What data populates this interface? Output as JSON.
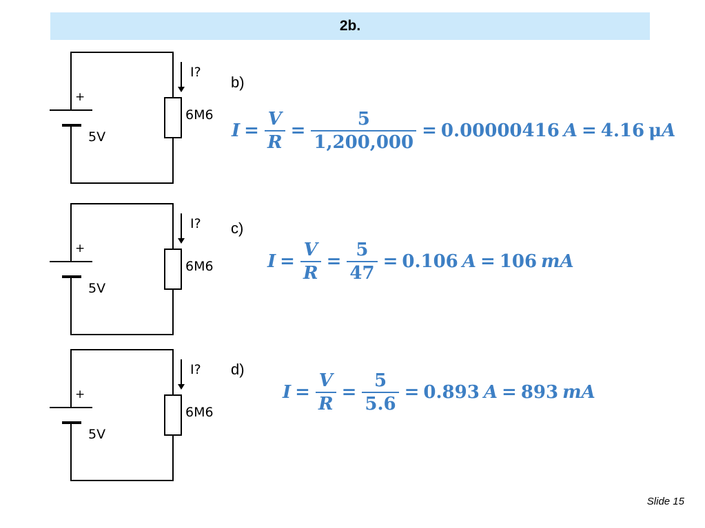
{
  "title": "2b.",
  "circuits": [
    {
      "current": "I?",
      "resistor": "6M6",
      "voltage": "5V",
      "plus": "+"
    },
    {
      "current": "I?",
      "resistor": "6M6",
      "voltage": "5V",
      "plus": "+"
    },
    {
      "current": "I?",
      "resistor": "6M6",
      "voltage": "5V",
      "plus": "+"
    }
  ],
  "parts": {
    "b": {
      "label": "b)",
      "lhs": "I",
      "frac1_num": "V",
      "frac1_den": "R",
      "frac2_num": "5",
      "frac2_den": "1,200,000",
      "result1": "0.00000416",
      "unit1": "A",
      "result2": "4.16",
      "unit2_prefix": "μ",
      "unit2": "A"
    },
    "c": {
      "label": "c)",
      "lhs": "I",
      "frac1_num": "V",
      "frac1_den": "R",
      "frac2_num": "5",
      "frac2_den": "47",
      "result1": "0.106",
      "unit1": "A",
      "result2": "106",
      "unit2": "mA"
    },
    "d": {
      "label": "d)",
      "lhs": "I",
      "frac1_num": "V",
      "frac1_den": "R",
      "frac2_num": "5",
      "frac2_den": "5.6",
      "result1": "0.893",
      "unit1": "A",
      "result2": "893",
      "unit2": "mA"
    }
  },
  "footer": "Slide 15"
}
